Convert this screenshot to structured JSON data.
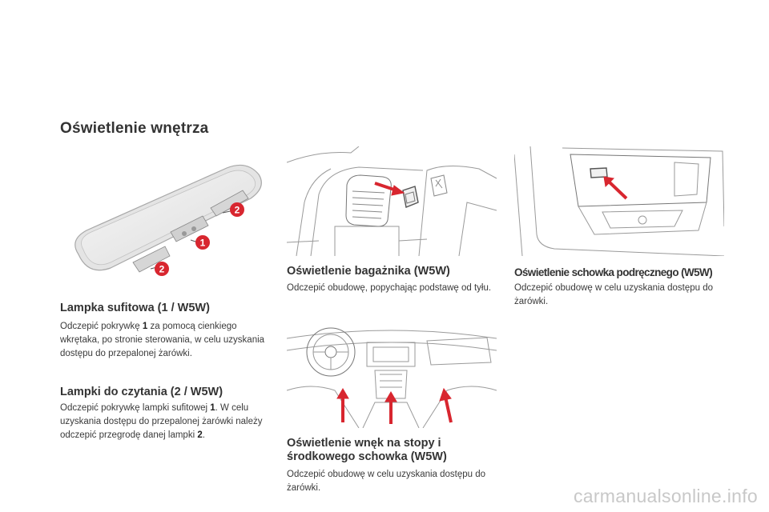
{
  "page": {
    "title": "Oświetlenie wnętrza",
    "watermark": "carmanualsonline.info"
  },
  "sections": {
    "ceiling": {
      "title": "Lampka sufitowa (1 / W5W)",
      "text_before": "Odczepić pokrywkę ",
      "ref": "1",
      "text_after": " za pomocą cienkiego wkrętaka, po stronie sterowania, w celu uzyskania dostępu do przepalonej żarówki."
    },
    "reading": {
      "title": "Lampki do czytania (2 / W5W)",
      "text_before": "Odczepić pokrywkę lampki sufitowej ",
      "ref1": "1",
      "text_middle": ". W celu uzyskania dostępu do przepalonej żarówki należy odczepić przegrodę danej lampki ",
      "ref2": "2",
      "text_after": "."
    },
    "boot": {
      "title": "Oświetlenie bagażnika (W5W)",
      "text": "Odczepić obudowę, popychając podstawę od tyłu."
    },
    "footwell": {
      "title_line1": "Oświetlenie wnęk na stopy i",
      "title_line2": "środkowego schowka (W5W)",
      "text": "Odczepić obudowę w celu uzyskania dostępu do żarówki."
    },
    "glovebox": {
      "title": "Oświetlenie schowka podręcznego (W5W)",
      "text": "Odczepić obudowę w celu uzyskania dostępu do żarówki."
    }
  },
  "illustrations": {
    "ceiling_lamp": {
      "callouts": [
        "2",
        "1",
        "2"
      ]
    },
    "colors": {
      "arrow": "#d8262f",
      "callout": "#d8262f"
    }
  }
}
